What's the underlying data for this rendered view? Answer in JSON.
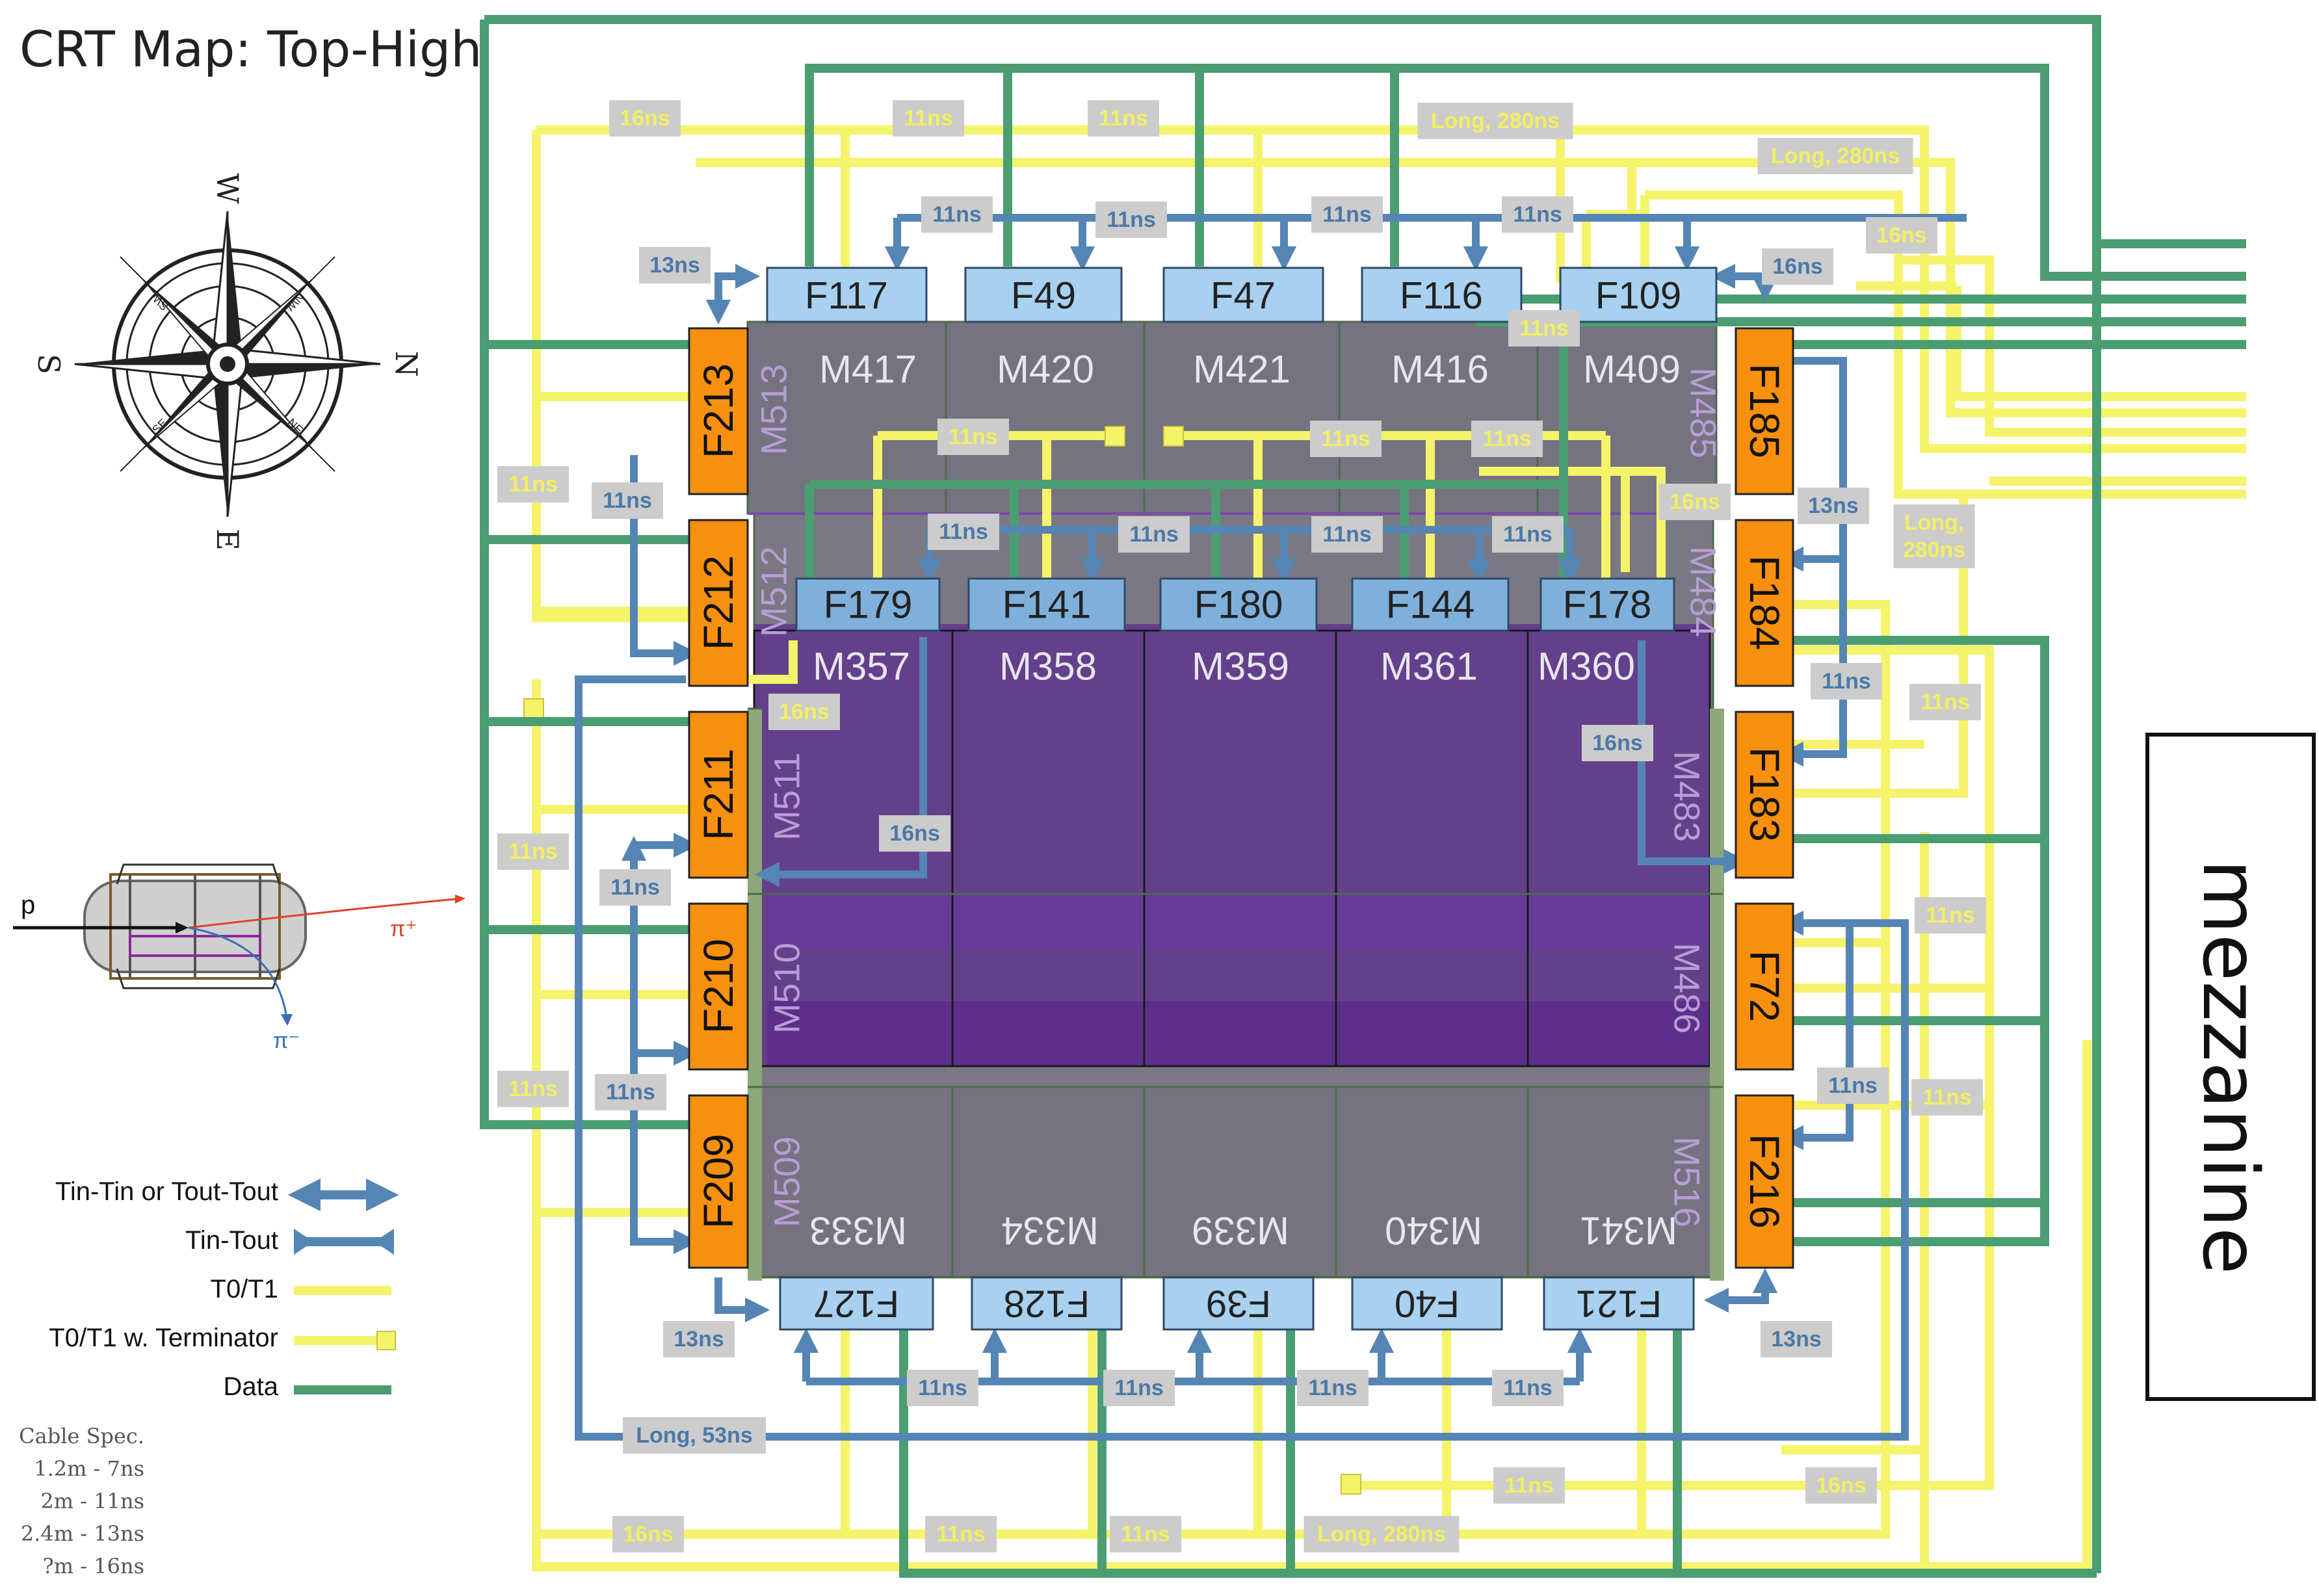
{
  "title": "CRT Map: Top-High",
  "compass": {
    "w": "W",
    "s": "S",
    "n": "N",
    "e": "E",
    "nw": "NW",
    "ne": "NE",
    "sw": "SW",
    "se": "SE"
  },
  "beam": {
    "p": "p",
    "pi_plus": "π⁺",
    "pi_minus": "π⁻"
  },
  "colors": {
    "t0": "#f5f36a",
    "data": "#4a9e72",
    "tin": "#5585b5",
    "label_bg": "#cccccc",
    "north_feb": "#a8d1f0",
    "side_feb": "#f7900f",
    "module": "#75737f",
    "purple": "#5e2f8f"
  },
  "north_febs": [
    "F117",
    "F49",
    "F47",
    "F116",
    "F109"
  ],
  "inner_febs": [
    "F179",
    "F141",
    "F180",
    "F144",
    "F178"
  ],
  "south_febs": [
    "F127",
    "F128",
    "F39",
    "F40",
    "F121"
  ],
  "west_febs": [
    "F213",
    "F212",
    "F211",
    "F210",
    "F209"
  ],
  "east_febs": [
    "F185",
    "F184",
    "F183",
    "F72",
    "F216"
  ],
  "top_modules": [
    "M417",
    "M420",
    "M421",
    "M416",
    "M409"
  ],
  "mid_modules": [
    "M357",
    "M358",
    "M359",
    "M361",
    "M360"
  ],
  "bottom_modules": [
    "M333",
    "M334",
    "M339",
    "M340",
    "M341"
  ],
  "west_modules": [
    "M513",
    "M512",
    "M511",
    "M510",
    "M509"
  ],
  "east_modules": [
    "M485",
    "M484",
    "M483",
    "M486",
    "M516"
  ],
  "cable_labels": {
    "t_16ns_top": "16ns",
    "t_11ns_top1": "11ns",
    "t_11ns_top2": "11ns",
    "t_long_top1": "Long, 280ns",
    "t_long_top2": "Long, 280ns",
    "t_16ns_ne": "16ns",
    "b_11ns_n1": "11ns",
    "b_11ns_n2": "11ns",
    "b_11ns_n3": "11ns",
    "b_11ns_n4": "11ns",
    "b_13ns_nw": "13ns",
    "b_16ns_ne": "16ns",
    "t_11ns_f116": "11ns",
    "t_11ns_in1": "11ns",
    "t_11ns_in2": "11ns",
    "t_11ns_in3": "11ns",
    "t_16ns_in": "16ns",
    "b_11ns_in1": "11ns",
    "b_11ns_in2": "11ns",
    "b_11ns_in3": "11ns",
    "b_11ns_in4": "11ns",
    "t_11ns_w1": "11ns",
    "b_11ns_w1": "11ns",
    "t_16ns_m357": "16ns",
    "t_11ns_w2": "11ns",
    "b_11ns_w2": "11ns",
    "b_16ns_in": "16ns",
    "b_16ns_m360": "16ns",
    "t_11ns_w3": "11ns",
    "b_11ns_w3": "11ns",
    "b_13ns_e1": "13ns",
    "t_long_e": "Long,\n280ns",
    "b_11ns_e2": "11ns",
    "t_11ns_e1": "11ns",
    "t_11ns_e2": "11ns",
    "b_11ns_e3": "11ns",
    "t_11ns_e3": "11ns",
    "b_13ns_sw": "13ns",
    "b_13ns_se": "13ns",
    "b_11ns_s1": "11ns",
    "b_11ns_s2": "11ns",
    "b_11ns_s3": "11ns",
    "b_11ns_s4": "11ns",
    "b_long_53": "Long, 53ns",
    "t_11ns_s1": "11ns",
    "t_16ns_s1": "16ns",
    "t_16ns_sw": "16ns",
    "t_11ns_sw1": "11ns",
    "t_11ns_sw2": "11ns",
    "t_long_s": "Long, 280ns"
  },
  "legend": [
    {
      "label": "Tin-Tin or Tout-Tout",
      "style": "double-arrow"
    },
    {
      "label": "Tin-Tout",
      "style": "bowtie"
    },
    {
      "label": "T0/T1",
      "style": "yellow"
    },
    {
      "label": "T0/T1 w. Terminator",
      "style": "yellow-term"
    },
    {
      "label": "Data",
      "style": "green"
    }
  ],
  "cable_spec": [
    "Cable Spec.",
    "1.2m -  7ns",
    "2m - 11ns",
    "2.4m - 13ns",
    "?m - 16ns"
  ],
  "mezzanine": "mezzanine"
}
